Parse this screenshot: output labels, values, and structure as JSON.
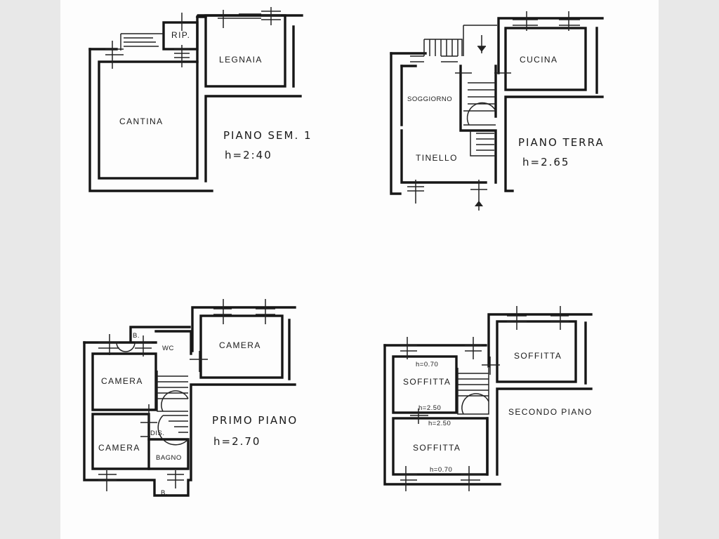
{
  "floors": [
    {
      "title": "PIANO SEM. 1",
      "height": "h=2:40",
      "rooms": [
        "RIP.",
        "LEGNAIA",
        "CANTINA"
      ]
    },
    {
      "title": "PIANO TERRA",
      "height": "h=2.65",
      "rooms": [
        "CUCINA",
        "SOGGIORNO",
        "TINELLO"
      ]
    },
    {
      "title": "PRIMO PIANO",
      "height": "h=2.70",
      "rooms": [
        "B.",
        "WC",
        "CAMERA",
        "CAMERA",
        "DIS.",
        "CAMERA",
        "BAGNO",
        "B."
      ]
    },
    {
      "title": "SECONDO PIANO",
      "height": "",
      "rooms": [
        "SOFFITTA",
        "SOFFITTA",
        "SOFFITTA"
      ],
      "levels": [
        "h=0.70",
        "h=2.50",
        "h=2.50",
        "h=0.70"
      ]
    }
  ]
}
